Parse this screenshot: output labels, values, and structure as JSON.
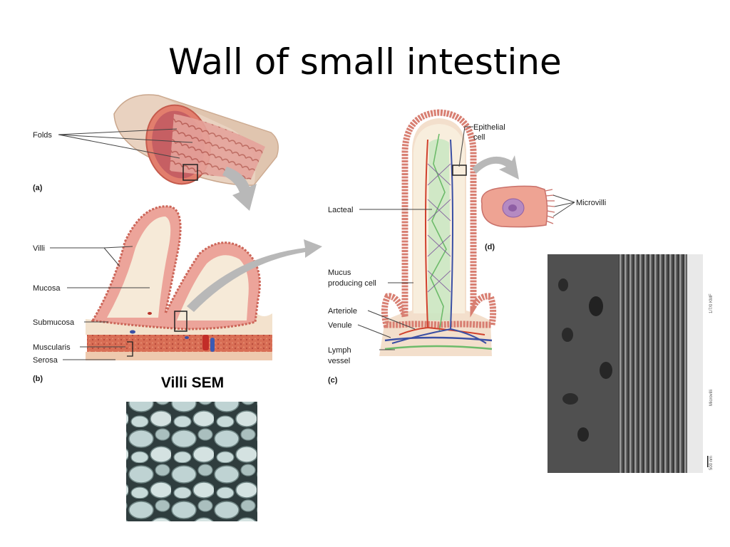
{
  "slide": {
    "title": "Wall of small intestine"
  },
  "panel_a": {
    "tag": "(a)",
    "labels": {
      "folds": "Folds"
    }
  },
  "panel_b": {
    "tag": "(b)",
    "labels": {
      "villi": "Villi",
      "mucosa": "Mucosa",
      "submucosa": "Submucosa",
      "muscularis": "Muscularis",
      "serosa": "Serosa"
    }
  },
  "panel_c": {
    "tag": "(c)",
    "labels": {
      "epithelial_1": "Epithelial",
      "epithelial_2": "cell",
      "lacteal": "Lacteal",
      "mucus_1": "Mucus",
      "mucus_2": "producing cell",
      "arteriole": "Arteriole",
      "venule": "Venule",
      "lymph_1": "Lymph",
      "lymph_2": "vessel"
    }
  },
  "panel_d": {
    "tag": "(d)",
    "labels": {
      "microvilli": "Microvilli"
    }
  },
  "sem": {
    "title": "Villi SEM"
  },
  "tem": {
    "caption_1": "1/7/0 KMF",
    "caption_2": "Microvilli",
    "scale": "500 nm"
  },
  "colors": {
    "tissue_pink": "#e8a399",
    "tissue_dark": "#c9675c",
    "inner_cream": "#f6ead8",
    "artery": "#d0402c",
    "vein": "#3a4fa4",
    "lymph": "#6dbb6a",
    "arrow_gray": "#b8b8b8"
  }
}
